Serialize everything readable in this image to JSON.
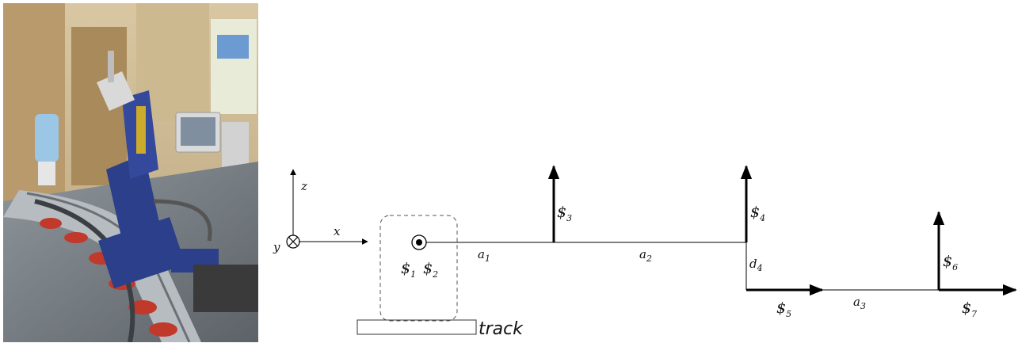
{
  "axes": {
    "x": "x",
    "y": "y",
    "z": "z"
  },
  "screws": [
    {
      "symbol": "$",
      "sub": "1"
    },
    {
      "symbol": "$",
      "sub": "2"
    },
    {
      "symbol": "$",
      "sub": "3"
    },
    {
      "symbol": "$",
      "sub": "4"
    },
    {
      "symbol": "$",
      "sub": "5"
    },
    {
      "symbol": "$",
      "sub": "6"
    },
    {
      "symbol": "$",
      "sub": "7"
    }
  ],
  "links": [
    {
      "name": "a",
      "sub": "1"
    },
    {
      "name": "a",
      "sub": "2"
    },
    {
      "name": "a",
      "sub": "3"
    },
    {
      "name": "d",
      "sub": "4"
    }
  ],
  "track_label": "track",
  "photo": {
    "subject": "robot-arm-on-track",
    "colors": {
      "arm": "#2b3f8a",
      "rail": "#9aa0a6",
      "suction": "#c0392b",
      "background": "#c9b48a"
    }
  }
}
